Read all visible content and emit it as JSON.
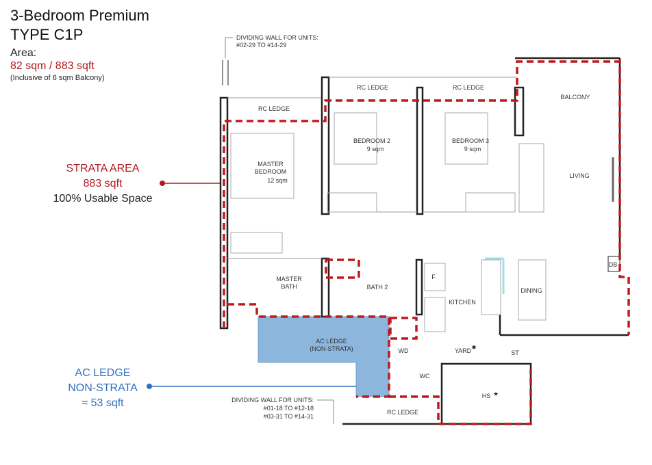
{
  "header": {
    "title": "3-Bedroom Premium",
    "type": "TYPE C1P",
    "area_label": "Area:",
    "area_value": "82 sqm / 883 sqft",
    "area_note": "(Inclusive of 6 sqm Balcony)"
  },
  "callouts": {
    "strata": {
      "line1": "STRATA AREA",
      "line2": "883 sqft",
      "line3": "100% Usable Space",
      "color": "#b3191d"
    },
    "ac_ledge": {
      "line1": "AC LEDGE",
      "line2": "NON-STRATA",
      "line3": "≈ 53 sqft",
      "color": "#2f6fbf"
    }
  },
  "notes": {
    "top_wall_1": "DIVIDING WALL FOR UNITS:",
    "top_wall_2": "#02-29 TO #14-29",
    "bottom_wall_1": "DIVIDING WALL FOR UNITS:",
    "bottom_wall_2": "#01-18 TO #12-18",
    "bottom_wall_3": "#03-31 TO #14-31"
  },
  "rooms": {
    "rc_ledge_1": "RC LEDGE",
    "rc_ledge_2": "RC LEDGE",
    "rc_ledge_3": "RC LEDGE",
    "rc_ledge_4": "RC LEDGE",
    "balcony": "BALCONY",
    "living": "LIVING",
    "dining": "DINING",
    "db": "DB",
    "master_1": "MASTER",
    "master_2": "BEDROOM",
    "master_3": "12 sqm",
    "bed2_1": "BEDROOM 2",
    "bed2_2": "9 sqm",
    "bed3_1": "BEDROOM 3",
    "bed3_2": "9 sqm",
    "mbath_1": "MASTER",
    "mbath_2": "BATH",
    "bath2": "BATH 2",
    "fridge": "F",
    "kitchen": "KITCHEN",
    "ac_1": "AC LEDGE",
    "ac_2": "(NON-STRATA)",
    "wd": "WD",
    "yard": "YARD",
    "st": "ST",
    "wc": "WC",
    "hs": "HS"
  }
}
